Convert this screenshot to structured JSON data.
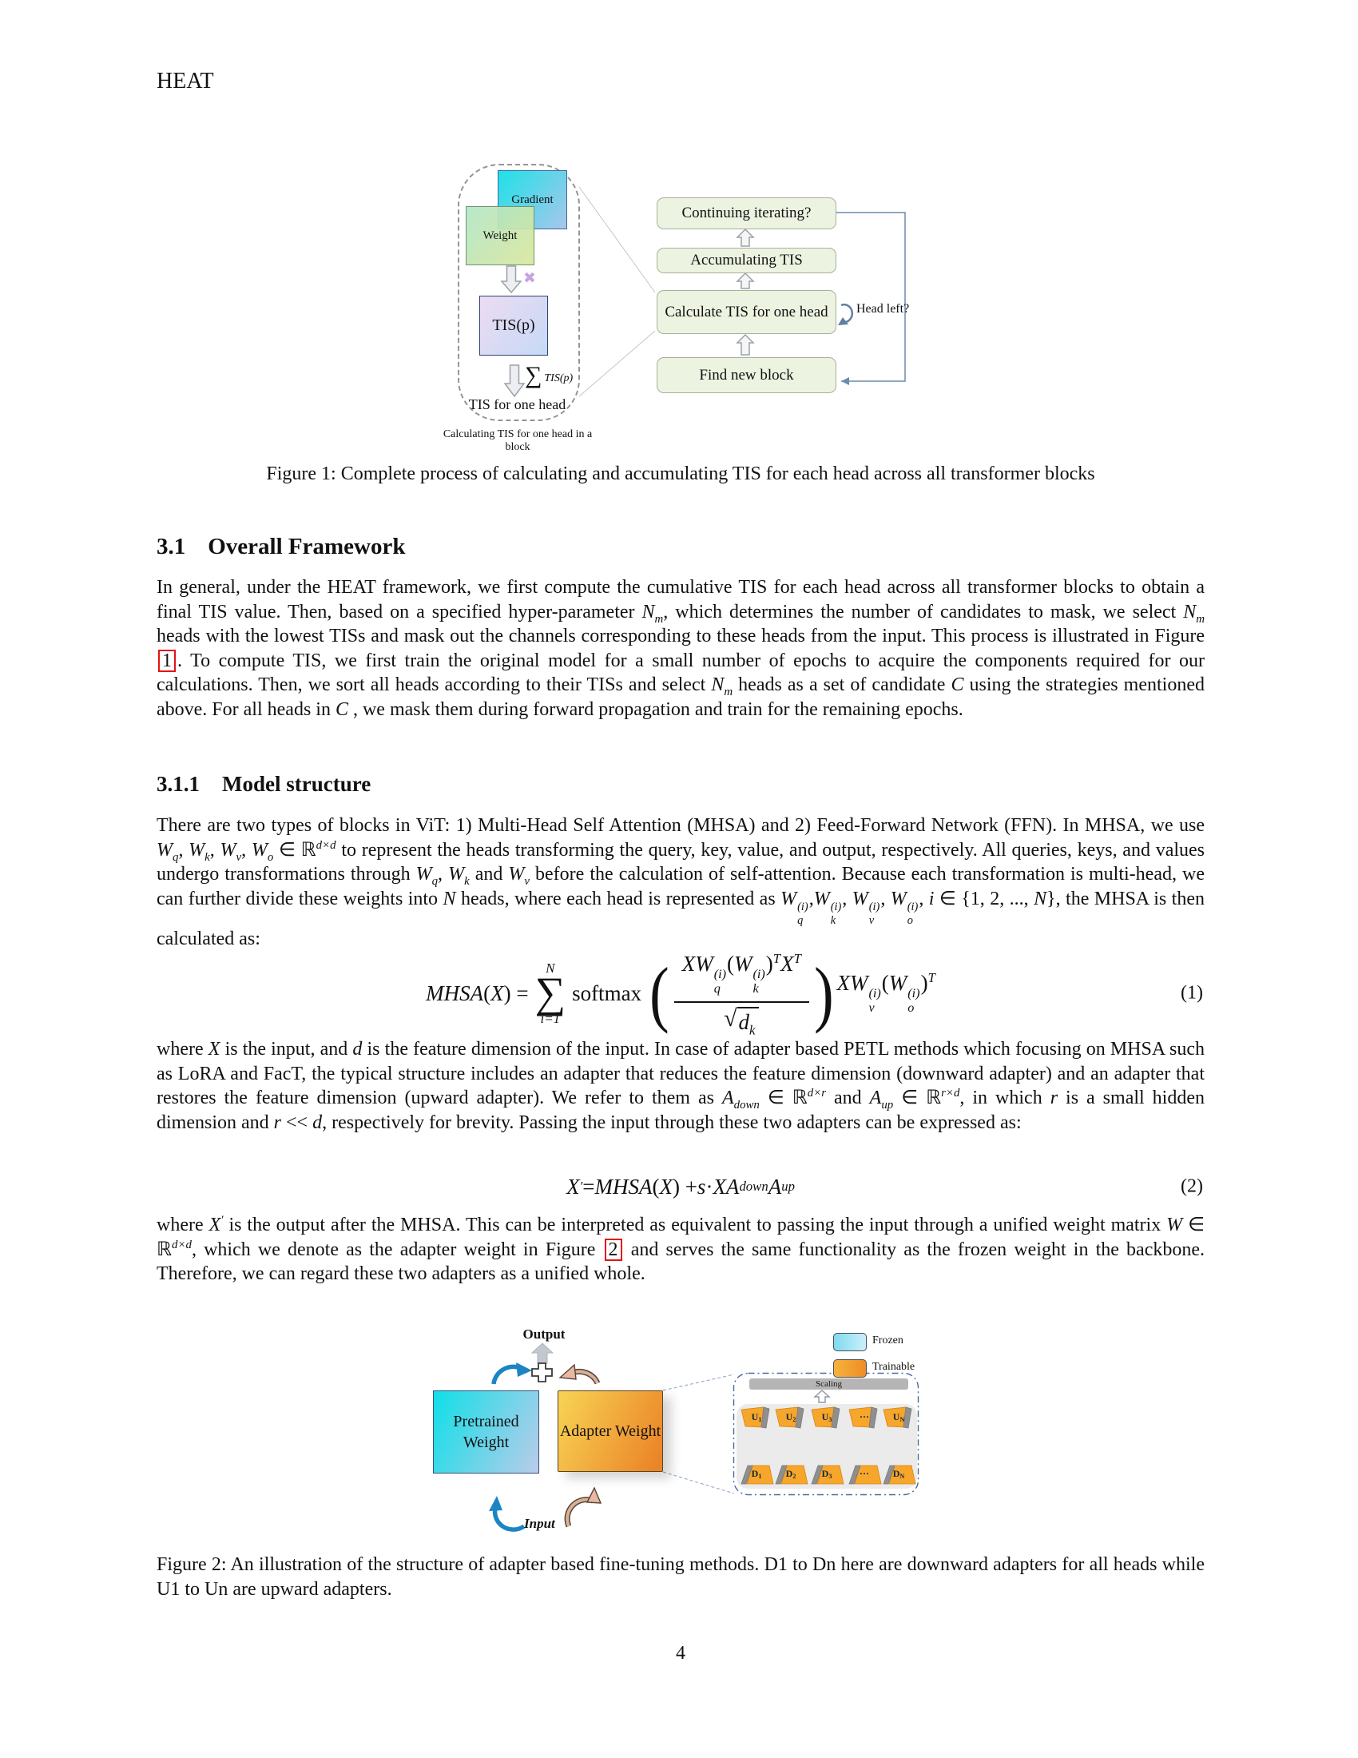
{
  "page": {
    "header": "HEAT",
    "page_number": "4"
  },
  "sections": {
    "s31": {
      "number": "3.1",
      "title": "Overall Framework"
    },
    "s311": {
      "number": "3.1.1",
      "title": "Model structure"
    }
  },
  "paragraphs": {
    "p1": [
      "In general, under the HEAT framework, we first compute the cumulative TIS for each head across all transformer blocks to obtain a final TIS value. Then, based on a specified hyper-parameter ",
      {
        "i": "N"
      },
      {
        "sub": "m"
      },
      ", which determines the number of candidates to mask, we select ",
      {
        "i": "N"
      },
      {
        "sub": "m"
      },
      " heads with the lowest TISs and mask out the channels corresponding to these heads from the input. This process is illustrated in Figure ",
      {
        "ref": "1"
      },
      ". To compute TIS, we first train the original model for a small number of epochs to acquire the components required for our calculations. Then, we sort all heads according to their TISs and select ",
      {
        "i": "N"
      },
      {
        "sub": "m"
      },
      " heads as a set of candidate ",
      {
        "i": "C"
      },
      " using the strategies mentioned above. For all heads in ",
      {
        "i": "C"
      },
      " , we mask them during forward propagation and train for the remaining epochs."
    ],
    "p2": [
      "There are two types of blocks in ViT: 1) Multi-Head Self Attention (MHSA) and 2) Feed-Forward Network (FFN). In MHSA, we use ",
      {
        "i": "W"
      },
      {
        "sub": "q"
      },
      ", ",
      {
        "i": "W"
      },
      {
        "sub": "k"
      },
      ", ",
      {
        "i": "W"
      },
      {
        "sub": "v"
      },
      ", ",
      {
        "i": "W"
      },
      {
        "sub": "o"
      },
      " ∈ ℝ",
      {
        "sup": "d×d"
      },
      " to represent the heads transforming the query, key, value, and output, respectively. All queries, keys, and values undergo transformations through ",
      {
        "i": "W"
      },
      {
        "sub": "q"
      },
      ", ",
      {
        "i": "W"
      },
      {
        "sub": "k"
      },
      " and ",
      {
        "i": "W"
      },
      {
        "sub": "v"
      },
      " before the calculation of self-attention. Because each transformation is multi-head, we can further divide these weights into ",
      {
        "i": "N"
      },
      " heads, where each head is represented as ",
      {
        "i": "W"
      },
      {
        "sup": "(i)"
      },
      {
        "sub": "q"
      },
      ",",
      {
        "i": "W"
      },
      {
        "sup": "(i)"
      },
      {
        "sub": "k"
      },
      ", ",
      {
        "i": "W"
      },
      {
        "sup": "(i)"
      },
      {
        "sub": "v"
      },
      ", ",
      {
        "i": "W"
      },
      {
        "sup": "(i)"
      },
      {
        "sub": "o"
      },
      ", ",
      {
        "i": "i"
      },
      " ∈ {1, 2, ..., ",
      {
        "i": "N"
      },
      "}, the MHSA is then calculated as:"
    ],
    "p3": [
      "where ",
      {
        "i": "X"
      },
      " is the input, and ",
      {
        "i": "d"
      },
      " is the feature dimension of the input. In case of adapter based PETL methods which focusing on MHSA such as LoRA and FacT, the typical structure includes an adapter that reduces the feature dimension (downward adapter) and an adapter that restores the feature dimension (upward adapter). We refer to them as ",
      {
        "i": "A"
      },
      {
        "sub": "down"
      },
      " ∈ ℝ",
      {
        "sup": "d×r"
      },
      " and ",
      {
        "i": "A"
      },
      {
        "sub": "up"
      },
      " ∈ ℝ",
      {
        "sup": "r×d"
      },
      ", in which ",
      {
        "i": "r"
      },
      " is a small hidden dimension and ",
      {
        "i": "r"
      },
      " << ",
      {
        "i": "d"
      },
      ", respectively for brevity. Passing the input through these two adapters can be expressed as:"
    ],
    "p4": [
      "where ",
      {
        "i": "X"
      },
      {
        "sup": "′"
      },
      " is the output after the MHSA. This can be interpreted as equivalent to passing the input through a unified weight matrix ",
      {
        "i": "W"
      },
      " ∈ ℝ",
      {
        "sup": "d×d"
      },
      ", which we denote as the adapter weight in Figure ",
      {
        "ref": "2"
      },
      " and serves the same functionality as the frozen weight in the backbone. Therefore, we can regard these two adapters as a unified whole."
    ]
  },
  "equations": {
    "eq1": {
      "lhs": [
        {
          "i": "MHSA"
        },
        "(",
        {
          "i": "X"
        },
        ") = "
      ],
      "sum_symbol": "∑",
      "sum_upper": [
        {
          "i": "N"
        }
      ],
      "sum_lower": [
        {
          "i": "i"
        },
        "=1"
      ],
      "operator": "softmax",
      "paren_open": "(",
      "paren_close": ")",
      "numerator": [
        {
          "i": "XW"
        },
        {
          "sup": "(i)"
        },
        {
          "sub": "q"
        },
        "(",
        {
          "i": "W"
        },
        {
          "sup": "(i)"
        },
        {
          "sub": "k"
        },
        ")",
        {
          "sup": "T"
        },
        {
          "i": "X"
        },
        {
          "sup": "T"
        }
      ],
      "radical": "√",
      "radicand": [
        {
          "i": "d"
        },
        {
          "sub": "k"
        }
      ],
      "rhs": [
        {
          "i": "XW"
        },
        {
          "sup": "(i)"
        },
        {
          "sub": "v"
        },
        "(",
        {
          "i": "W"
        },
        {
          "sup": "(i)"
        },
        {
          "sub": "o"
        },
        ")",
        {
          "sup": "T"
        }
      ],
      "number": "(1)"
    },
    "eq2": {
      "body": [
        {
          "i": "X"
        },
        {
          "sup": "′"
        },
        " = ",
        {
          "i": "MHSA"
        },
        "(",
        {
          "i": "X"
        },
        ") + ",
        {
          "i": "s"
        },
        " · ",
        {
          "i": "XA"
        },
        {
          "sub": "down"
        },
        {
          "i": "A"
        },
        {
          "sub": "up"
        }
      ],
      "number": "(2)"
    }
  },
  "figure1": {
    "caption": "Figure 1: Complete process of calculating and accumulating TIS for each head across all transformer blocks",
    "gradient_label": "Gradient",
    "weight_label": "Weight",
    "multiply_symbol": "✖",
    "tis_label": "TIS(p)",
    "sum_symbol": "∑",
    "sum_term": "TIS(p)",
    "tis_head_label": "TIS for one head",
    "sub_caption": "Calculating TIS for one head in a block",
    "flow": [
      "Continuing iterating?",
      "Accumulating TIS",
      "Calculate TIS for one head",
      "Find new block"
    ],
    "loop_label": "Head left?"
  },
  "figure2": {
    "caption": "Figure 2: An illustration of the structure of adapter based fine-tuning methods. D1 to Dn here are downward adapters for all heads while U1 to Un are upward adapters.",
    "output_label": "Output",
    "input_label": "Input",
    "pretrained_label": "Pretrained Weight",
    "adapter_label": "Adapter Weight",
    "legend": [
      {
        "label": "Frozen"
      },
      {
        "label": "Trainable"
      }
    ],
    "scaling_label": "Scaling",
    "upward_adapters": [
      [
        "U",
        "1"
      ],
      [
        "U",
        "2"
      ],
      [
        "U",
        "3"
      ],
      [
        "···",
        ""
      ],
      [
        "U",
        "N"
      ]
    ],
    "downward_adapters": [
      [
        "D",
        "1"
      ],
      [
        "D",
        "2"
      ],
      [
        "D",
        "3"
      ],
      [
        "···",
        ""
      ],
      [
        "D",
        "N"
      ]
    ]
  }
}
